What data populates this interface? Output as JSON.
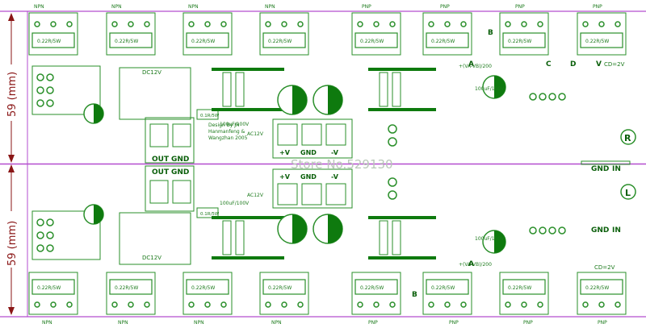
{
  "board": {
    "dimension_label": "59 (mm)",
    "watermark": "Store No.529130",
    "colors": {
      "silkscreen": "#1c7a1c",
      "copper": "#2a8f2a",
      "boundary": "#b34dcf",
      "dimension": "#8a1616",
      "fill": "#0e7a0e"
    }
  },
  "top_connectors": [
    "NPN",
    "NPN",
    "NPN",
    "NPN",
    "PNP",
    "PNP",
    "PNP",
    "PNP"
  ],
  "bottom_connectors": [
    "NPN",
    "NPN",
    "NPN",
    "NPN",
    "PNP",
    "PNP",
    "PNP",
    "PNP"
  ],
  "top_resistors": [
    "0.22R/5W",
    "0.22R/5W",
    "0.22R/5W",
    "0.22R/5W",
    "0.22R/5W",
    "0.22R/5W",
    "0.22R/5W",
    "0.22R/5W"
  ],
  "bottom_resistors": [
    "0.22R/5W",
    "0.22R/5W",
    "0.22R/5W",
    "0.22R/5W",
    "0.22R/5W",
    "0.22R/5W",
    "0.22R/5W",
    "0.22R/5W"
  ],
  "upper_channel": {
    "out_label": "OUT",
    "gnd_label": "GND",
    "dc_label": "DC12V",
    "ac_label": "AC12V",
    "psu_labels": [
      "+V",
      "GND",
      "-V"
    ],
    "design_note": [
      "Design By JH",
      "Hanmanfeng &",
      "Wangzhan 2005"
    ],
    "in_labels": [
      "GND",
      "IN"
    ],
    "cap_labels": [
      "100uF/100V",
      "100uF/100V"
    ],
    "bias_label": "+(VA-VB)/200",
    "ref_label": "0.1R/5W",
    "r_mark": "R"
  },
  "lower_channel": {
    "out_label": "OUT",
    "gnd_label": "GND",
    "dc_label": "DC12V",
    "ac_label": "AC12V",
    "psu_labels": [
      "+V",
      "GND",
      "-V"
    ],
    "in_labels": [
      "GND",
      "IN"
    ],
    "cap_labels": [
      "100uF/100V",
      "100uF/100V"
    ],
    "bias_label": "+(VA-VB)/200",
    "ref_label": "0.1R/5W",
    "r_mark": "L"
  },
  "corner_letters": {
    "top": [
      "A",
      "B",
      "C",
      "D",
      "V"
    ],
    "bottom": [
      "A",
      "B"
    ]
  },
  "side_labels": {
    "cd_top": "CD=2V",
    "cd_bottom": "CD=2V"
  }
}
